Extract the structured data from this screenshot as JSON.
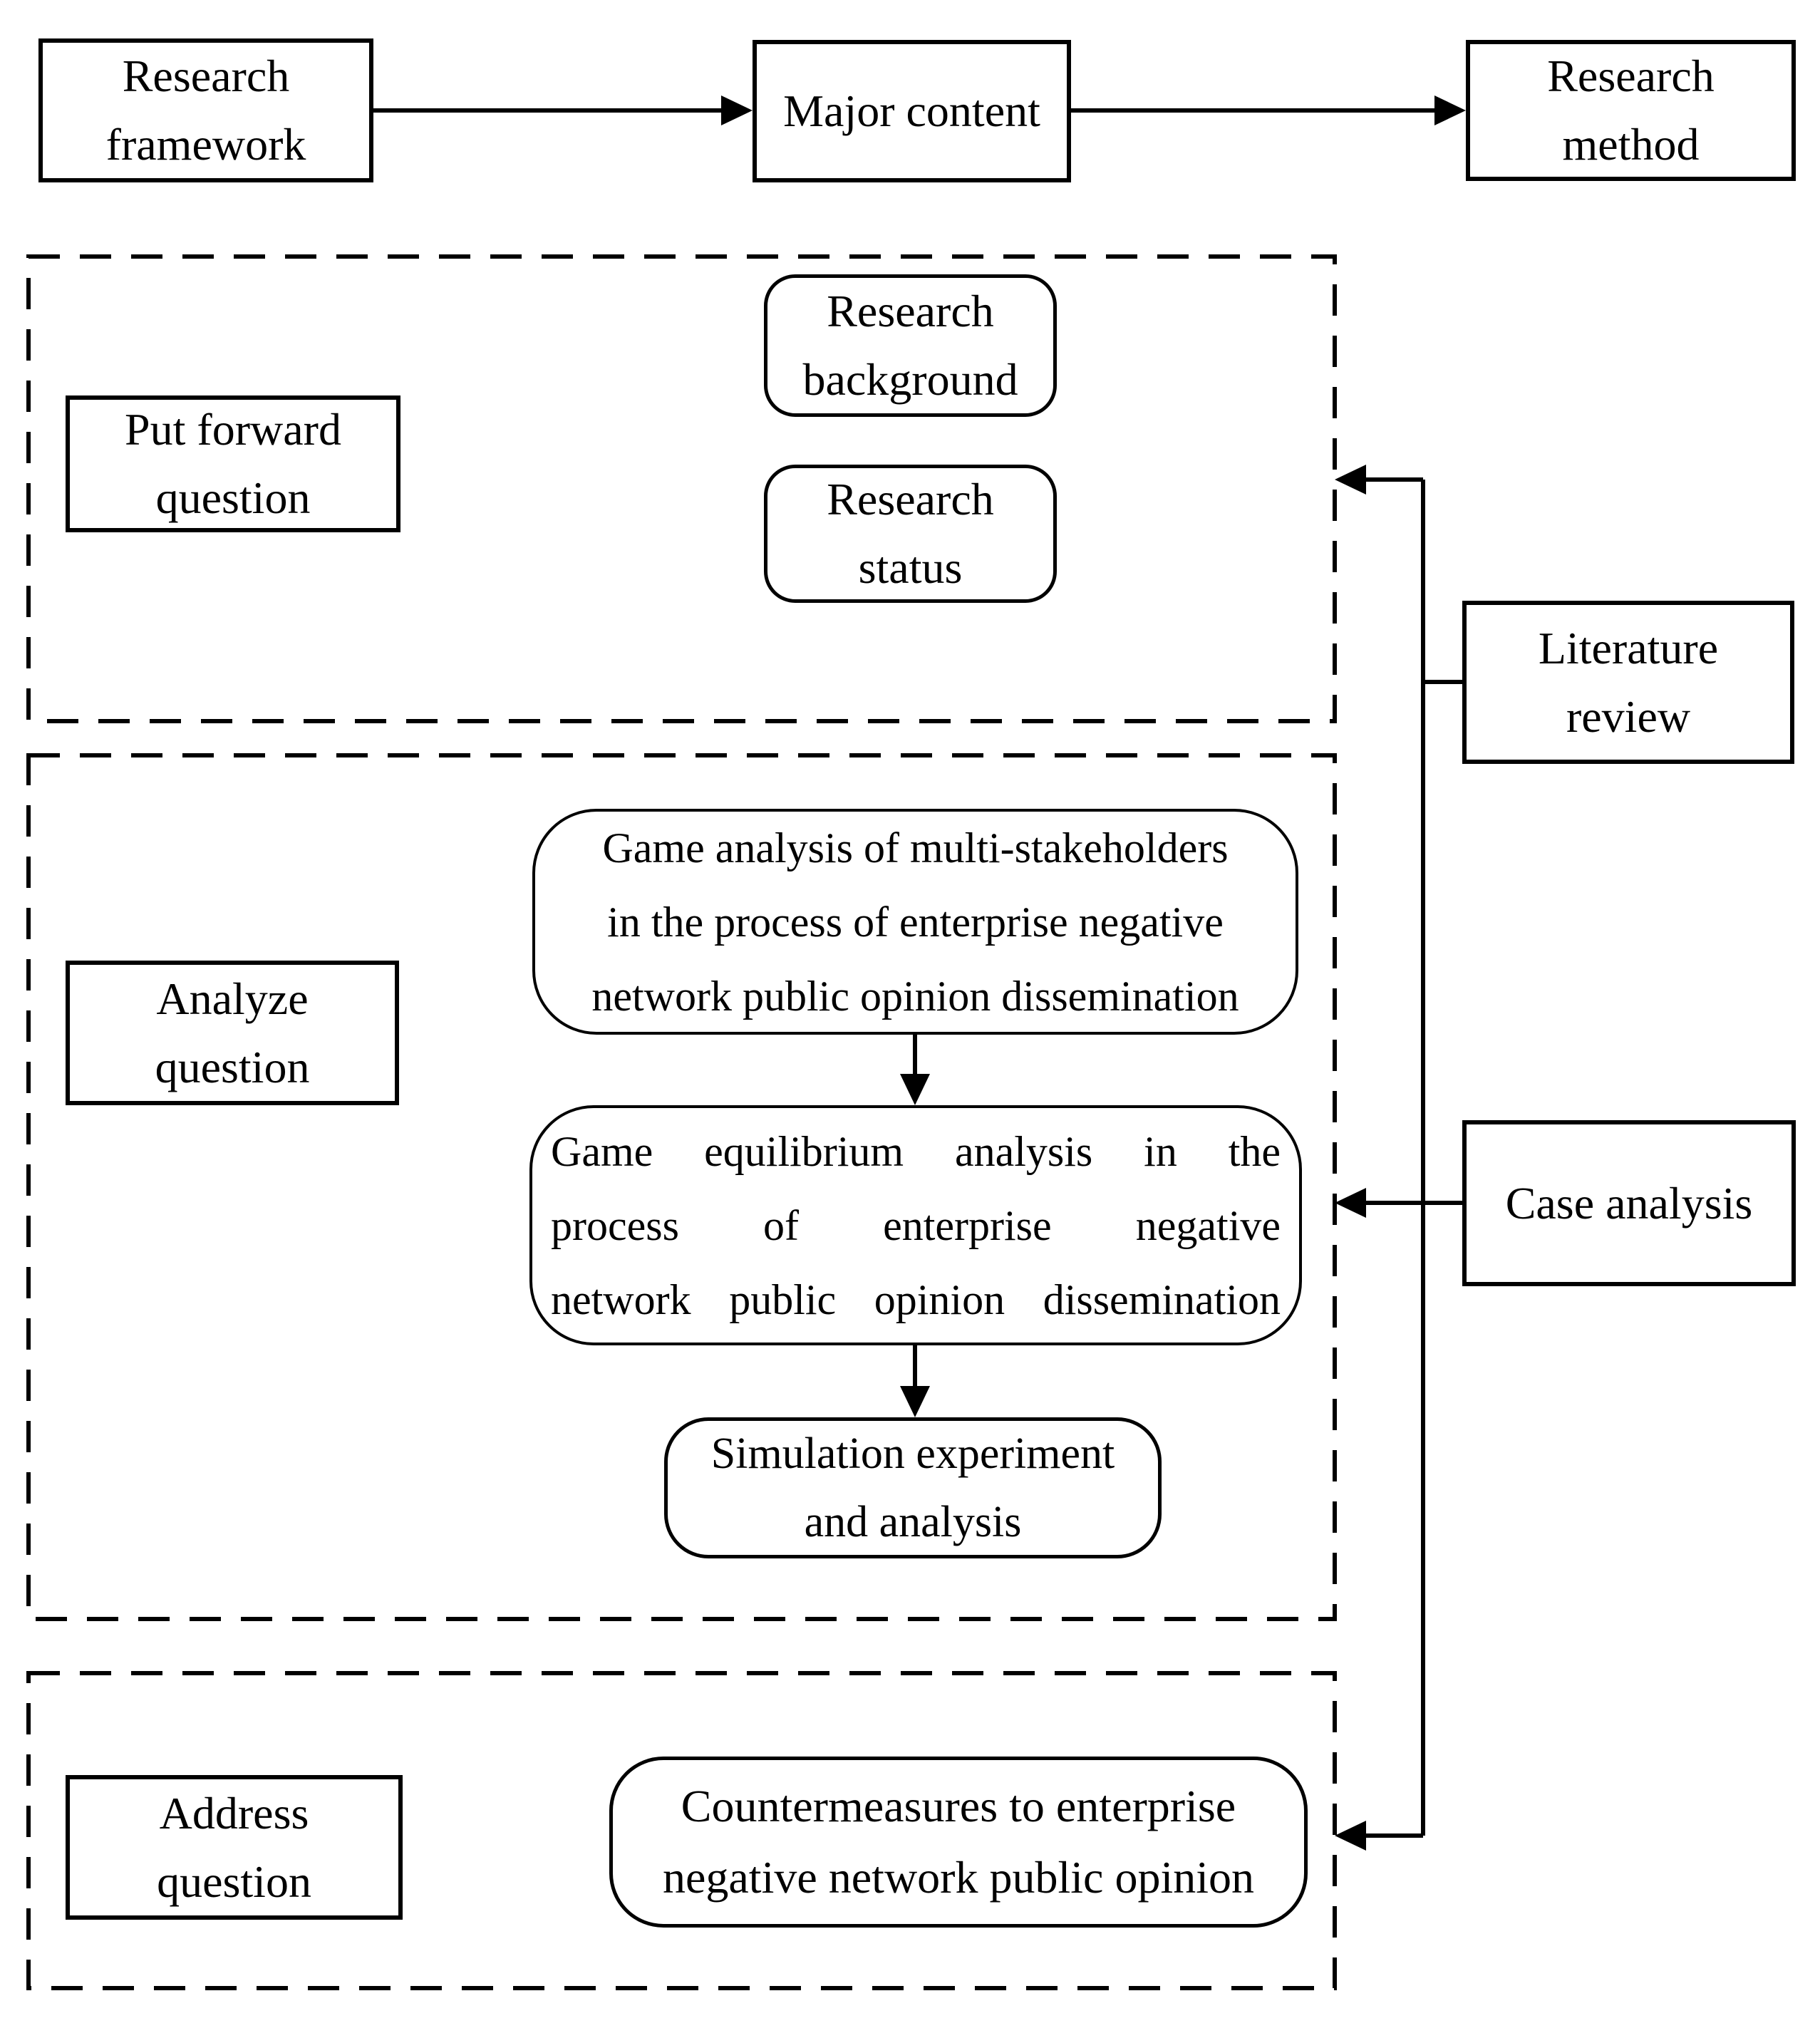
{
  "colors": {
    "ink": "#000000",
    "paper": "#ffffff"
  },
  "nodes": {
    "research_framework": {
      "lines": [
        "Research",
        "framework"
      ]
    },
    "major_content": {
      "lines": [
        "Major content"
      ]
    },
    "research_method": {
      "lines": [
        "Research",
        "method"
      ]
    },
    "put_forward_question": {
      "lines": [
        "Put forward",
        "question"
      ]
    },
    "research_background": {
      "lines": [
        "Research",
        "background"
      ]
    },
    "research_status": {
      "lines": [
        "Research",
        "status"
      ]
    },
    "literature_review": {
      "lines": [
        "Literature",
        "review"
      ]
    },
    "analyze_question": {
      "lines": [
        "Analyze",
        "question"
      ]
    },
    "game_analysis": {
      "lines": [
        "Game analysis of multi-stakeholders",
        "in the process of enterprise negative",
        "network public opinion dissemination"
      ]
    },
    "game_equilibrium": {
      "lines": [
        "Game equilibrium analysis in the",
        "process of enterprise negative",
        "network public opinion dissemination"
      ]
    },
    "simulation": {
      "lines": [
        "Simulation experiment",
        "and analysis"
      ]
    },
    "case_analysis": {
      "lines": [
        "Case analysis"
      ]
    },
    "address_question": {
      "lines": [
        "Address",
        "question"
      ]
    },
    "countermeasures": {
      "lines": [
        "Countermeasures to enterprise",
        "negative network public opinion"
      ]
    }
  }
}
